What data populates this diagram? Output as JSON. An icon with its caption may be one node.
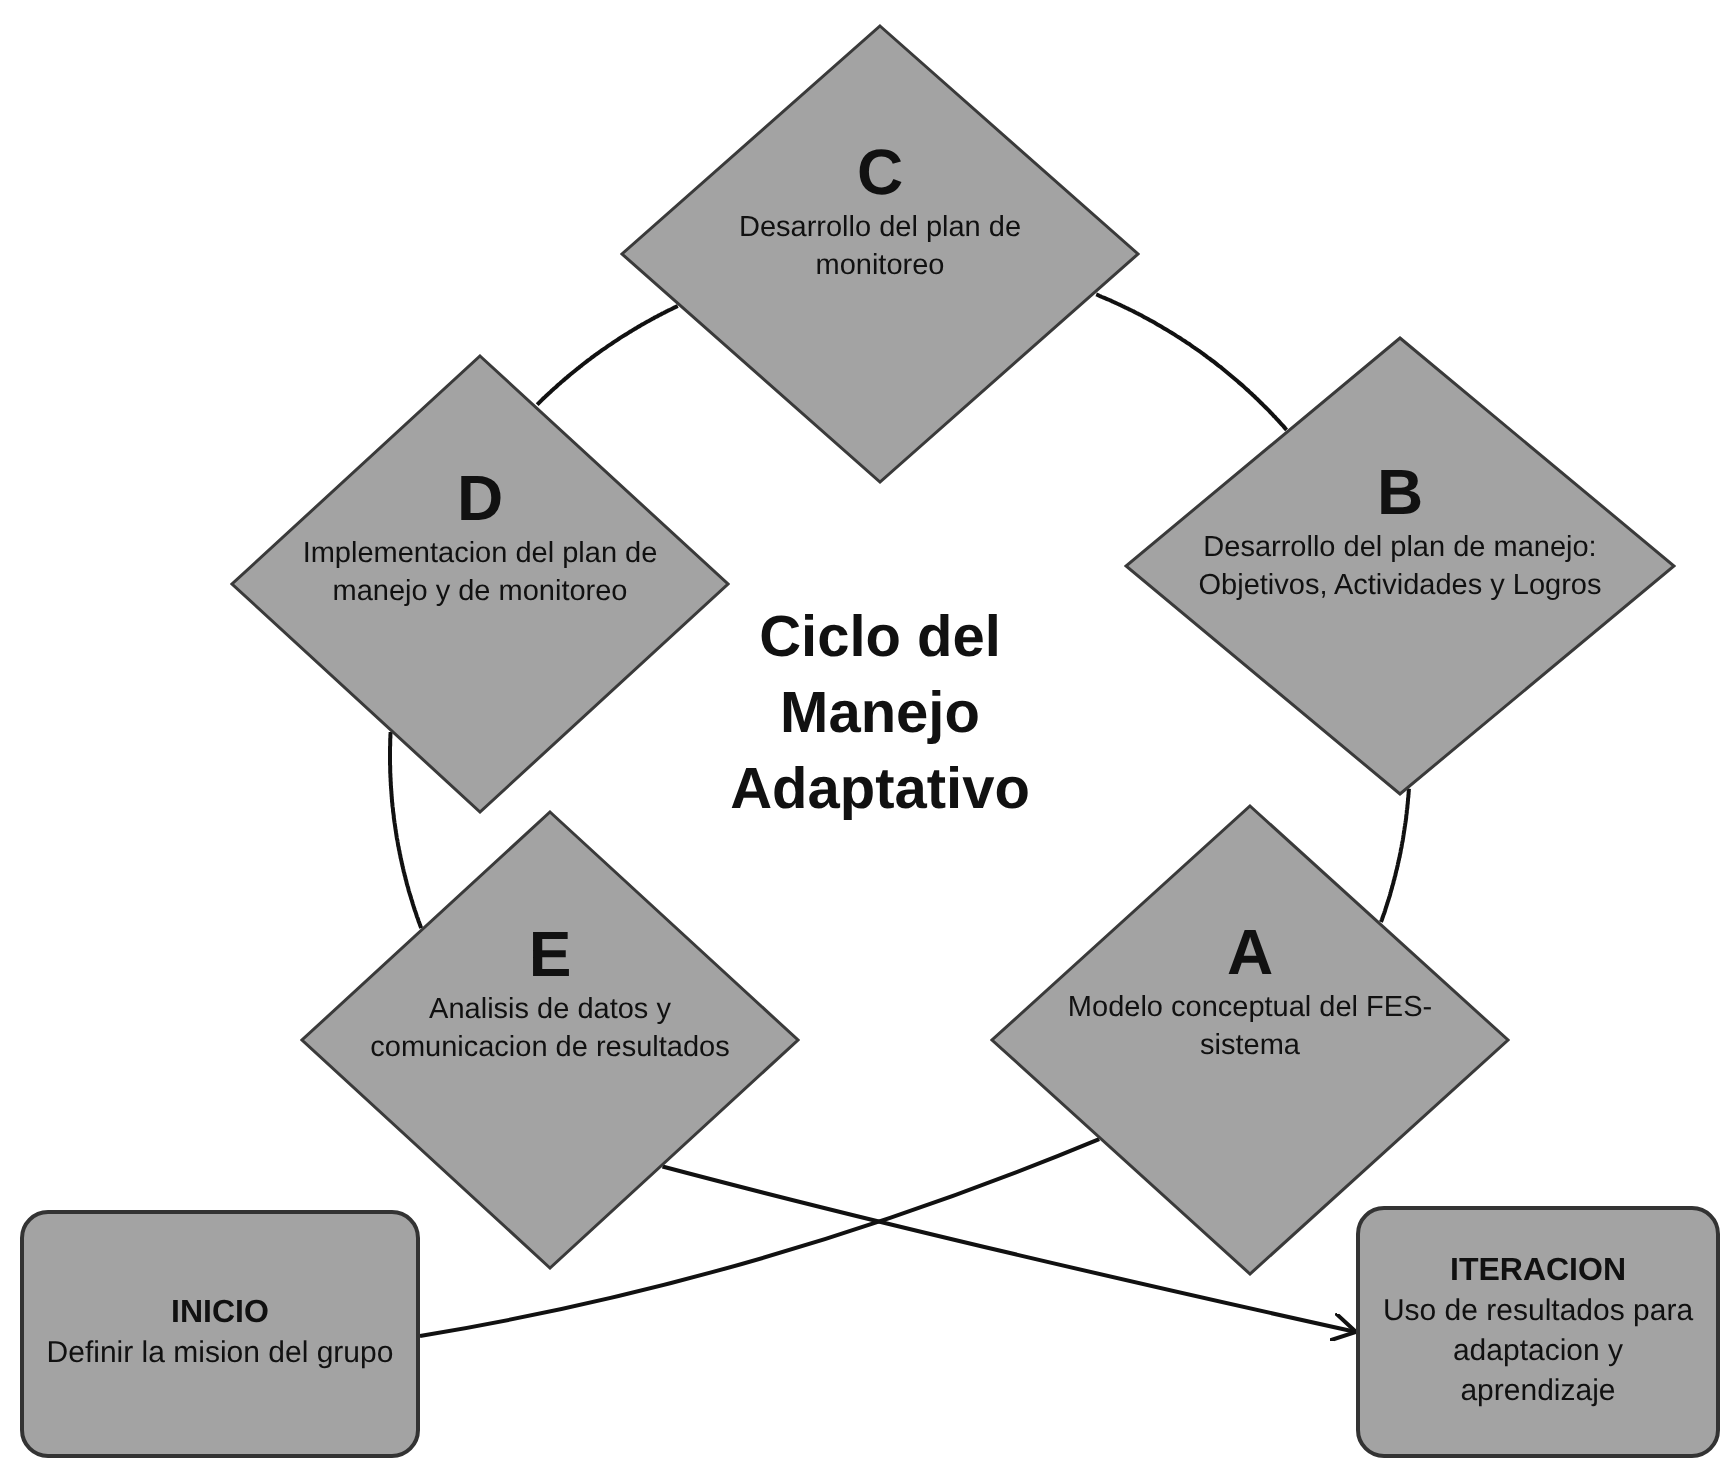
{
  "diagram": {
    "title": "Ciclo del Manejo Adaptativo",
    "nodes": [
      {
        "text": [
          "C",
          "Desarrollo del plan de monitoreo"
        ]
      },
      {
        "text": [
          "D",
          "Implementacion del plan de manejo y de monitoreo"
        ]
      },
      {
        "text": [
          "B",
          "Desarrollo del plan de manejo: Objetivos, Actividades y Logros"
        ]
      },
      {
        "text": [
          "E",
          "Analisis de datos y comunicacion de resultados"
        ]
      },
      {
        "text": [
          "A",
          "Modelo conceptual del FES-sistema"
        ]
      },
      {
        "text": [
          "INICIO",
          "Definir la mision del grupo"
        ]
      },
      {
        "text": [
          "ITERACION",
          "Uso de resultados para adaptacion y aprendizaje"
        ]
      }
    ],
    "edges": [
      {
        "from": 4,
        "to": 2,
        "arrow": "none"
      },
      {
        "from": 2,
        "to": 0,
        "arrow": "none"
      },
      {
        "from": 0,
        "to": 1,
        "arrow": "none"
      },
      {
        "from": 1,
        "to": 3,
        "arrow": "none"
      },
      {
        "from": 5,
        "to": 4,
        "arrow": "none"
      },
      {
        "from": 3,
        "to": 6,
        "arrow": "to"
      }
    ]
  }
}
